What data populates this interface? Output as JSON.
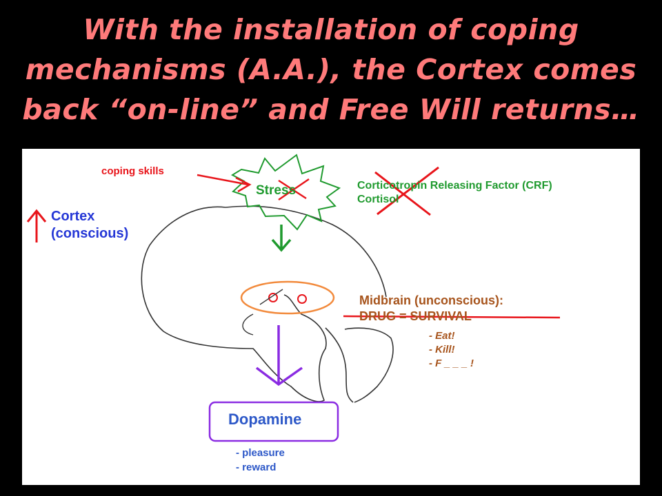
{
  "title": {
    "line1": "With the installation of coping",
    "line2": "mechanisms (A.A.), the Cortex comes",
    "line3": "back “on-line” and Free Will returns…"
  },
  "diagram": {
    "coping_skills": "coping skills",
    "stress": "Stress",
    "crf_line1": "Corticotropin Releasing Factor (CRF)",
    "crf_line2": "Cortisol",
    "cortex_line1": "Cortex",
    "cortex_line2": "(conscious)",
    "midbrain_line1": "Midbrain (unconscious):",
    "midbrain_line2": "DRUG = SURVIVAL",
    "midbrain_items": [
      "- Eat!",
      "- Kill!",
      "- F _ _ _ !"
    ],
    "dopamine": "Dopamine",
    "dopamine_items": [
      "- pleasure",
      "- reward"
    ]
  },
  "colors": {
    "title": "#ff7a7a",
    "red": "#e8151b",
    "green": "#1f9a2e",
    "blue": "#2537d6",
    "brown": "#a7541c",
    "purple": "#8a2be2",
    "orange": "#f28a3c"
  }
}
